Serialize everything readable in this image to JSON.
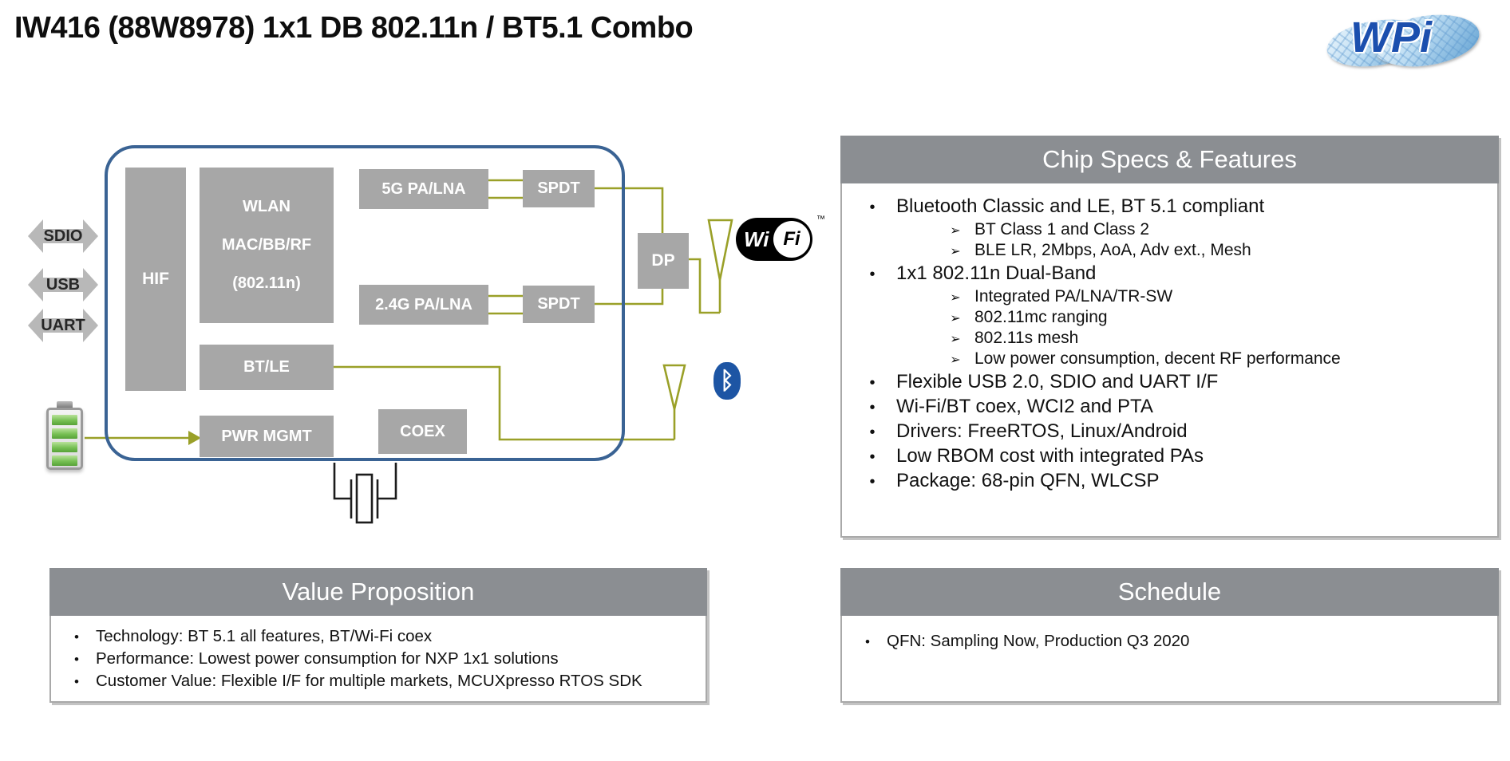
{
  "title": "IW416 (88W8978) 1x1 DB 802.11n / BT5.1 Combo",
  "logo": {
    "text": "WPi"
  },
  "theme": {
    "block_fill": "#a7a7a7",
    "panel_header_fill": "#8b8e92",
    "line_color": "#9aa028",
    "chip_border": "#3a6394",
    "bluetooth_blue": "#1d55a4",
    "port_fill": "#b8b8b8"
  },
  "diagram": {
    "ports": [
      {
        "label": "SDIO"
      },
      {
        "label": "USB"
      },
      {
        "label": "UART"
      }
    ],
    "blocks": {
      "hif": "HIF",
      "wlan": [
        "WLAN",
        "MAC/BB/RF",
        "(802.11n)"
      ],
      "pa_5g": "5G PA/LNA",
      "spdt_top": "SPDT",
      "pa_24g": "2.4G PA/LNA",
      "spdt_bottom": "SPDT",
      "btle": "BT/LE",
      "pwr": "PWR MGMT",
      "coex": "COEX",
      "dp": "DP"
    },
    "wifi_logo": {
      "wi": "Wi",
      "fi": "Fi",
      "tm": "™"
    },
    "bt_icon_glyph": "ᛒ"
  },
  "panels": {
    "chip_specs": {
      "title": "Chip Specs & Features",
      "items": [
        {
          "level": 1,
          "text": "Bluetooth Classic and LE, BT 5.1 compliant"
        },
        {
          "level": 2,
          "text": "BT Class 1 and Class 2"
        },
        {
          "level": 2,
          "text": "BLE LR, 2Mbps, AoA, Adv ext., Mesh"
        },
        {
          "level": 1,
          "text": "1x1 802.11n Dual-Band"
        },
        {
          "level": 2,
          "text": "Integrated PA/LNA/TR-SW"
        },
        {
          "level": 2,
          "text": "802.11mc ranging"
        },
        {
          "level": 2,
          "text": "802.11s mesh"
        },
        {
          "level": 2,
          "text": "Low power consumption, decent RF performance"
        },
        {
          "level": 1,
          "text": "Flexible USB 2.0, SDIO and UART I/F"
        },
        {
          "level": 1,
          "text": "Wi-Fi/BT coex, WCI2 and PTA"
        },
        {
          "level": 1,
          "text": "Drivers: FreeRTOS, Linux/Android"
        },
        {
          "level": 1,
          "text": "Low RBOM cost with integrated PAs"
        },
        {
          "level": 1,
          "text": "Package: 68-pin QFN, WLCSP"
        }
      ]
    },
    "value_prop": {
      "title": "Value Proposition",
      "items": [
        {
          "level": 1,
          "text": "Technology: BT 5.1 all features, BT/Wi-Fi coex"
        },
        {
          "level": 1,
          "text": "Performance: Lowest power consumption for NXP 1x1 solutions"
        },
        {
          "level": 1,
          "text": "Customer Value: Flexible I/F for multiple markets, MCUXpresso RTOS SDK"
        }
      ]
    },
    "schedule": {
      "title": "Schedule",
      "items": [
        {
          "level": 1,
          "text": "QFN: Sampling Now, Production Q3 2020"
        }
      ]
    }
  }
}
